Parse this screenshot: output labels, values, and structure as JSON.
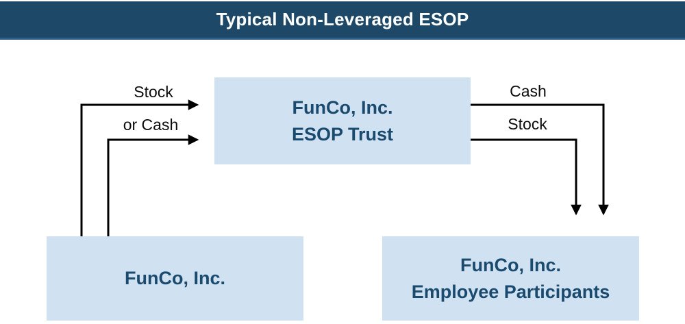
{
  "header": {
    "title": "Typical Non-Leveraged ESOP"
  },
  "boxes": {
    "trust": {
      "line1": "FunCo, Inc.",
      "line2": "ESOP Trust"
    },
    "company": {
      "line1": "FunCo, Inc."
    },
    "participants": {
      "line1": "FunCo, Inc.",
      "line2": "Employee Participants"
    }
  },
  "arrows": {
    "company_to_trust_stock": {
      "label": "Stock"
    },
    "company_to_trust_cash": {
      "label": "or Cash"
    },
    "trust_to_participants_cash": {
      "label": "Cash"
    },
    "trust_to_participants_stock": {
      "label": "Stock"
    }
  },
  "colors": {
    "header_bg": "#1e4867",
    "header_border": "#2e5f88",
    "box_fill": "#d0e1f2",
    "box_text": "#1a4a6e",
    "arrow": "#000000",
    "label_text": "#0b0b0b"
  }
}
